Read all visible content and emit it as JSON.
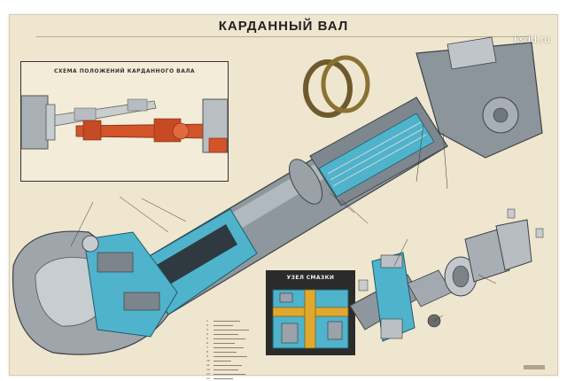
{
  "poster": {
    "title": "КАРДАННЫЙ ВАЛ",
    "watermark": "ksdd.ru",
    "inset_title": "СХЕМА ПОЛОЖЕНИЙ КАРДАННОГО ВАЛА",
    "lubrication_node_title": "УЗЕЛ СМАЗКИ",
    "callouts": [
      "1",
      "2",
      "3",
      "4",
      "5",
      "6",
      "7",
      "8",
      "9",
      "10",
      "11",
      "12",
      "13",
      "14"
    ]
  },
  "colors": {
    "paper": "#efe6cf",
    "steel": "#8f979e",
    "cutaway_blue": "#4fb3cc",
    "inset_red": "#d4542a",
    "dark_panel": "#2b2b2b"
  }
}
